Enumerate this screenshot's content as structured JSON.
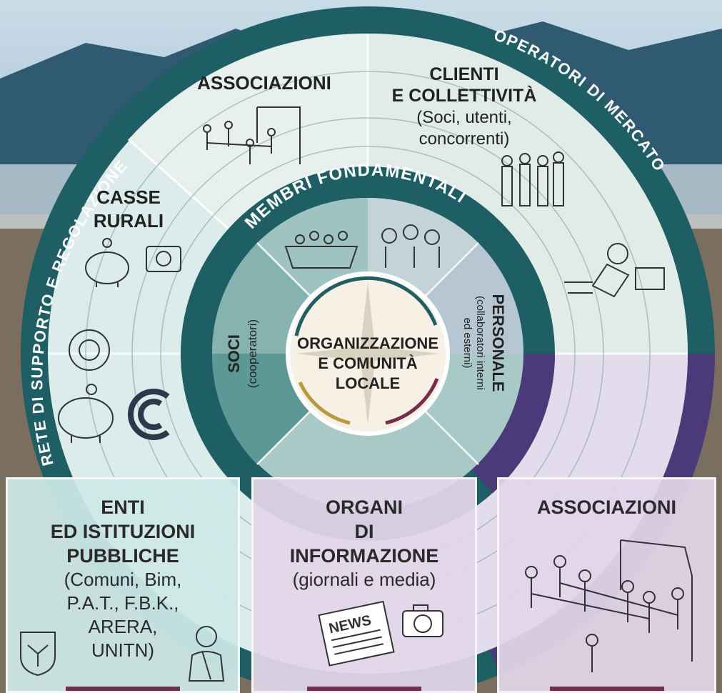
{
  "colors": {
    "teal_dark": "#1e5f66",
    "teal_mid": "#4f8f8f",
    "teal_light": "#dcecea",
    "purple_dark": "#4a3a7a",
    "purple_light": "#e8e0ef",
    "gold": "#b89a3a",
    "plum": "#7a2a4a"
  },
  "outer_ring": {
    "left_label": "RETE DI SUPPORTO E REGOLAZIONE",
    "right_label": "OPERATORI DI MERCATO"
  },
  "middle_ring": {
    "label": "MEMBRI FONDAMENTALI"
  },
  "center": {
    "line1": "ORGANIZZAZIONE",
    "line2": "E COMUNITÀ",
    "line3": "LOCALE"
  },
  "segments": {
    "associazioni_top": {
      "title": "ASSOCIAZIONI",
      "icon": "people-network-icon"
    },
    "clienti": {
      "title1": "CLIENTI",
      "title2": "E COLLETTIVITÀ",
      "sub1": "(Soci, utenti,",
      "sub2": "concorrenti)",
      "icon": "crowd-icon"
    },
    "casse": {
      "title1": "CASSE",
      "title2": "RURALI",
      "icons": [
        "piggy-bank-icon",
        "camera-icon",
        "coin-emblem-icon",
        "cassa-logo-icon"
      ]
    },
    "soci": {
      "title": "SOCI",
      "sub": "(cooperatori)"
    },
    "personale": {
      "title": "PERSONALE",
      "sub1": "(collaboratori interni",
      "sub2": "ed esterni)"
    },
    "delivery": {
      "icon": "delivery-man-icon"
    }
  },
  "boxes": [
    {
      "title": "ENTI\nED ISTITUZIONI\nPUBBLICHE",
      "sub": "(Comuni, Bim,\nP.A.T., F.B.K.,\nARERA,\nUNITN)",
      "icons": [
        "coat-of-arms-icon",
        "official-person-icon"
      ]
    },
    {
      "title": "ORGANI\nDI\nINFORMAZIONE",
      "sub": "(giornali e media)",
      "icons": [
        "newspaper-icon",
        "camera-icon"
      ],
      "news_label": "NEWS"
    },
    {
      "title": "ASSOCIAZIONI",
      "sub": "",
      "icons": [
        "people-network-icon"
      ]
    }
  ]
}
